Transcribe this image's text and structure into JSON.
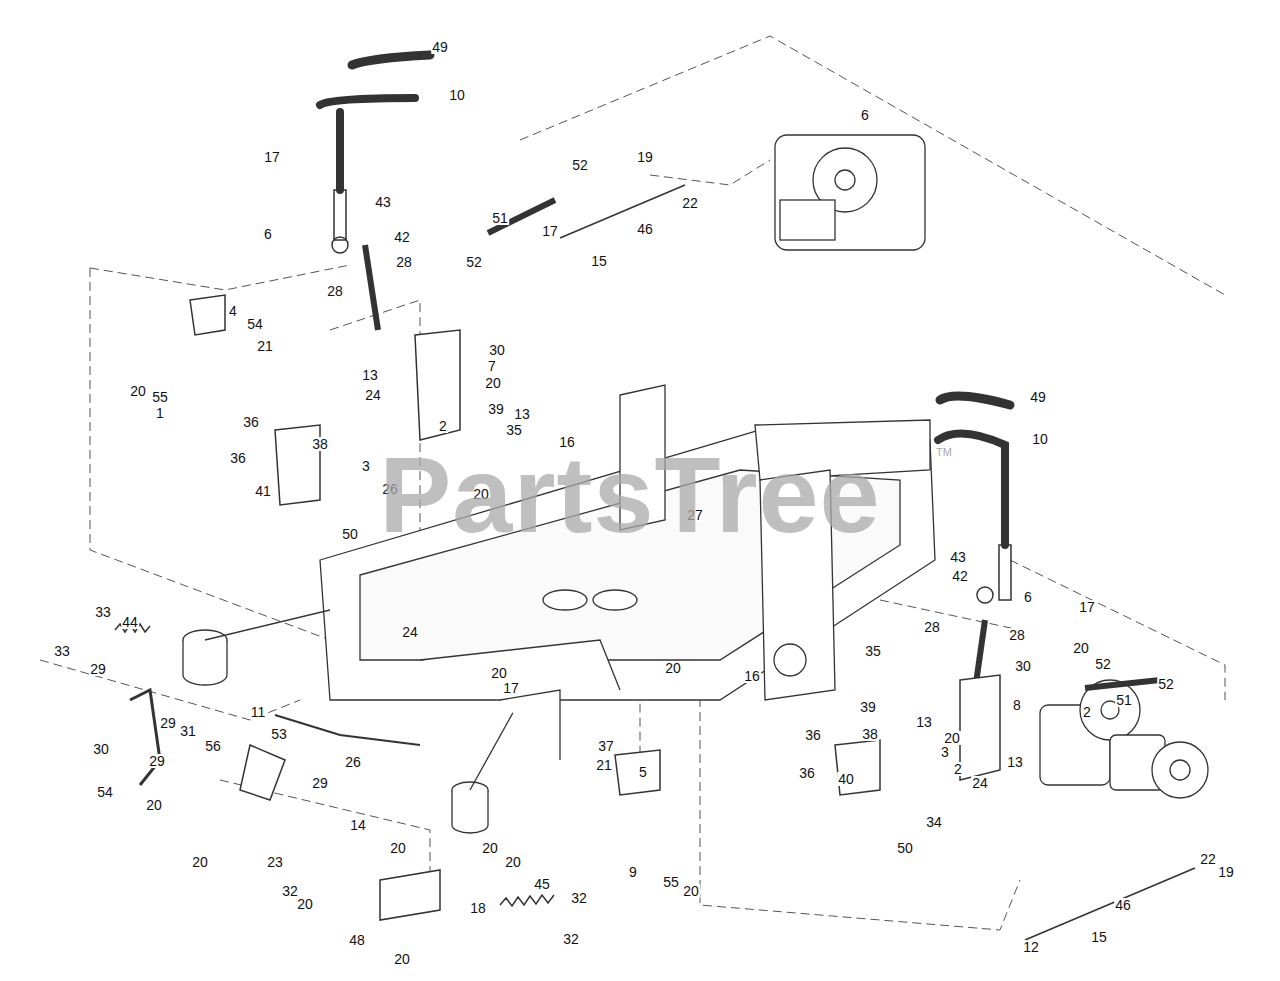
{
  "diagram": {
    "labels": [
      "49",
      "10",
      "17",
      "43",
      "6",
      "42",
      "28",
      "28",
      "4",
      "54",
      "21",
      "20",
      "55",
      "1",
      "52",
      "19",
      "22",
      "51",
      "17",
      "46",
      "52",
      "15",
      "6",
      "30",
      "7",
      "13",
      "20",
      "24",
      "39",
      "13",
      "2",
      "35",
      "36",
      "38",
      "36",
      "16",
      "3",
      "41",
      "26",
      "20",
      "50",
      "27",
      "49",
      "10",
      "43",
      "42",
      "6",
      "17",
      "28",
      "28",
      "20",
      "30",
      "35",
      "52",
      "16",
      "51",
      "52",
      "39",
      "13",
      "8",
      "2",
      "38",
      "20",
      "36",
      "3",
      "2",
      "13",
      "36",
      "40",
      "24",
      "34",
      "50",
      "33",
      "44",
      "33",
      "29",
      "24",
      "20",
      "17",
      "20",
      "11",
      "53",
      "29",
      "31",
      "56",
      "30",
      "29",
      "26",
      "29",
      "54",
      "20",
      "37",
      "21",
      "5",
      "14",
      "20",
      "23",
      "20",
      "20",
      "20",
      "9",
      "55",
      "20",
      "32",
      "20",
      "18",
      "45",
      "32",
      "32",
      "48",
      "20",
      "22",
      "19",
      "46",
      "15",
      "12",
      "PartsTree",
      "TM"
    ]
  }
}
